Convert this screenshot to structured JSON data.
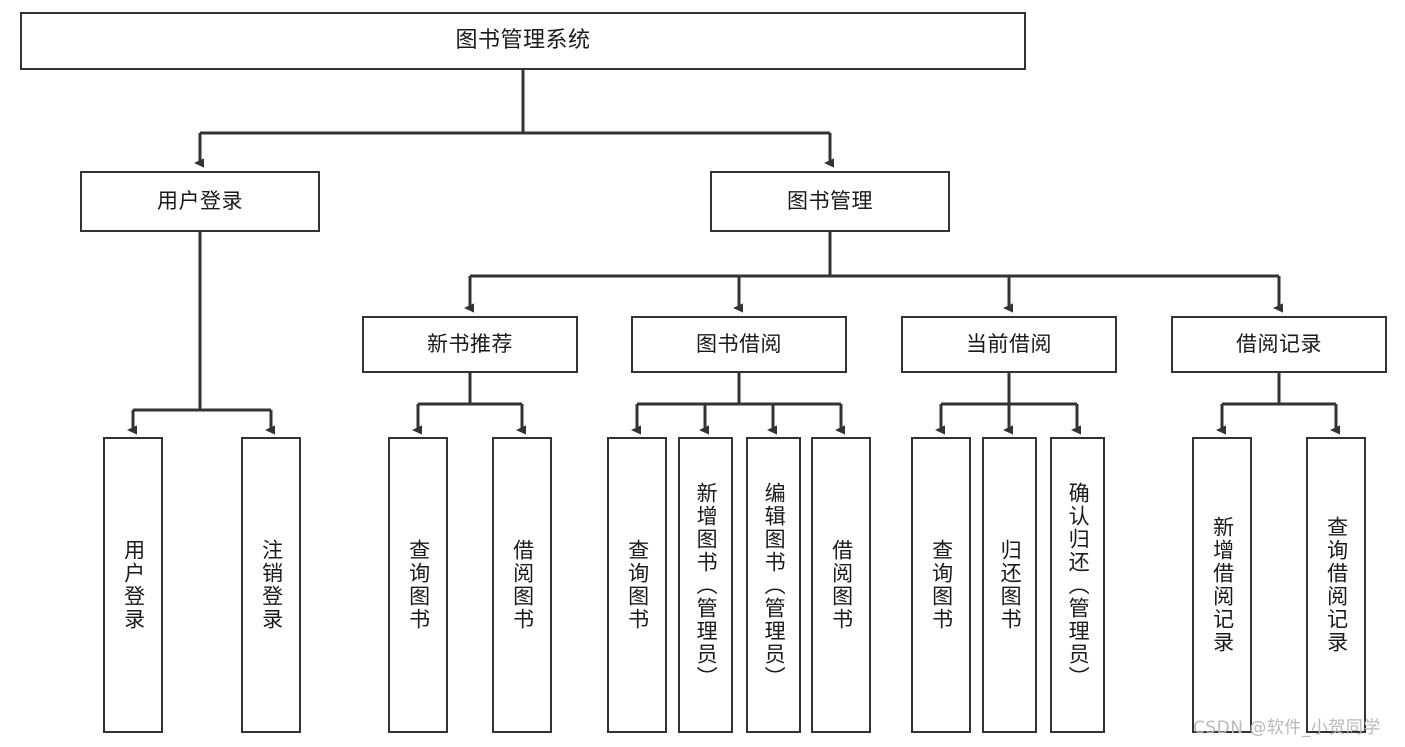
{
  "diagram": {
    "title": "图书管理系统",
    "watermark": "CSDN @软件_小贺同学",
    "colors": {
      "box_border": "#333333",
      "box_fill": "#ffffff",
      "connector": "#333333",
      "text": "#1a1a1a",
      "watermark": "#b9b9b9",
      "background": "#ffffff"
    },
    "levels": {
      "level1": [
        {
          "id": "root",
          "label": "图书管理系统",
          "orientation": "horizontal"
        }
      ],
      "level2": [
        {
          "id": "user-login",
          "label": "用户登录",
          "orientation": "horizontal"
        },
        {
          "id": "book-manage",
          "label": "图书管理",
          "orientation": "horizontal"
        }
      ],
      "level3": [
        {
          "id": "new-book-recommend",
          "label": "新书推荐",
          "orientation": "horizontal"
        },
        {
          "id": "book-borrow",
          "label": "图书借阅",
          "orientation": "horizontal"
        },
        {
          "id": "current-borrow",
          "label": "当前借阅",
          "orientation": "horizontal"
        },
        {
          "id": "borrow-record",
          "label": "借阅记录",
          "orientation": "horizontal"
        }
      ],
      "level4": [
        {
          "id": "leaf-user-login",
          "label": "用户登录",
          "orientation": "vertical",
          "parent": "user-login"
        },
        {
          "id": "leaf-logout",
          "label": "注销登录",
          "orientation": "vertical",
          "parent": "user-login"
        },
        {
          "id": "leaf-query-book-1",
          "label": "查询图书",
          "orientation": "vertical",
          "parent": "new-book-recommend"
        },
        {
          "id": "leaf-borrow-book-1",
          "label": "借阅图书",
          "orientation": "vertical",
          "parent": "new-book-recommend"
        },
        {
          "id": "leaf-query-book-2",
          "label": "查询图书",
          "orientation": "vertical",
          "parent": "book-borrow"
        },
        {
          "id": "leaf-add-book",
          "label": "新增图书（管理员）",
          "orientation": "vertical",
          "parent": "book-borrow"
        },
        {
          "id": "leaf-edit-book",
          "label": "编辑图书（管理员）",
          "orientation": "vertical",
          "parent": "book-borrow"
        },
        {
          "id": "leaf-borrow-book-2",
          "label": "借阅图书",
          "orientation": "vertical",
          "parent": "book-borrow"
        },
        {
          "id": "leaf-query-book-3",
          "label": "查询图书",
          "orientation": "vertical",
          "parent": "current-borrow"
        },
        {
          "id": "leaf-return-book",
          "label": "归还图书",
          "orientation": "vertical",
          "parent": "current-borrow"
        },
        {
          "id": "leaf-confirm-return",
          "label": "确认归还（管理员）",
          "orientation": "vertical",
          "parent": "current-borrow"
        },
        {
          "id": "leaf-add-record",
          "label": "新增借阅记录",
          "orientation": "vertical",
          "parent": "borrow-record"
        },
        {
          "id": "leaf-query-record",
          "label": "查询借阅记录",
          "orientation": "vertical",
          "parent": "borrow-record"
        }
      ]
    }
  }
}
